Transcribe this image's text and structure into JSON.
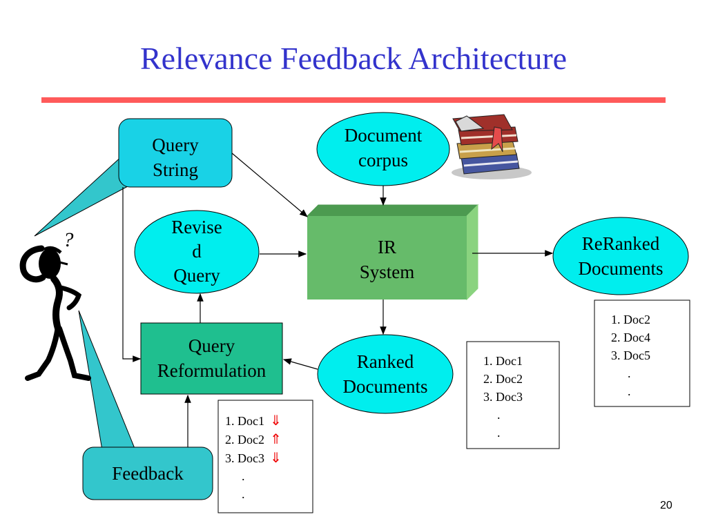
{
  "title": "Relevance Feedback Architecture",
  "page_number": "20",
  "nodes": {
    "query_string": [
      "Query",
      "String"
    ],
    "document_corpus": [
      "Document",
      "corpus"
    ],
    "revised_query": [
      "Revise",
      "d",
      "Query"
    ],
    "ir_system": [
      "IR",
      "System"
    ],
    "reranked_documents": [
      "ReRanked",
      "Documents"
    ],
    "query_reformulation": [
      "Query",
      "Reformulation"
    ],
    "ranked_documents": [
      "Ranked",
      "Documents"
    ],
    "feedback": "Feedback"
  },
  "lists": {
    "ranked": [
      "1. Doc1",
      "2. Doc2",
      "3. Doc3",
      ".",
      "."
    ],
    "reranked": [
      "1. Doc2",
      "2. Doc4",
      "3. Doc5",
      ".",
      "."
    ],
    "feedback": [
      {
        "text": "1. Doc1",
        "mark": "⇓"
      },
      {
        "text": "2. Doc2",
        "mark": "⇑"
      },
      {
        "text": "3. Doc3",
        "mark": "⇓"
      },
      {
        "text": ".",
        "mark": ""
      },
      {
        "text": ".",
        "mark": ""
      }
    ]
  },
  "question_mark": "?",
  "colors": {
    "title": "#3333cc",
    "rule": "#ff5a5a",
    "cyan_node": "#19d2e6",
    "teal_node": "#33c6cc",
    "green_node": "#66bb6a",
    "reform_node": "#1fbf8f",
    "feedback_arrow": "#ee0000"
  }
}
